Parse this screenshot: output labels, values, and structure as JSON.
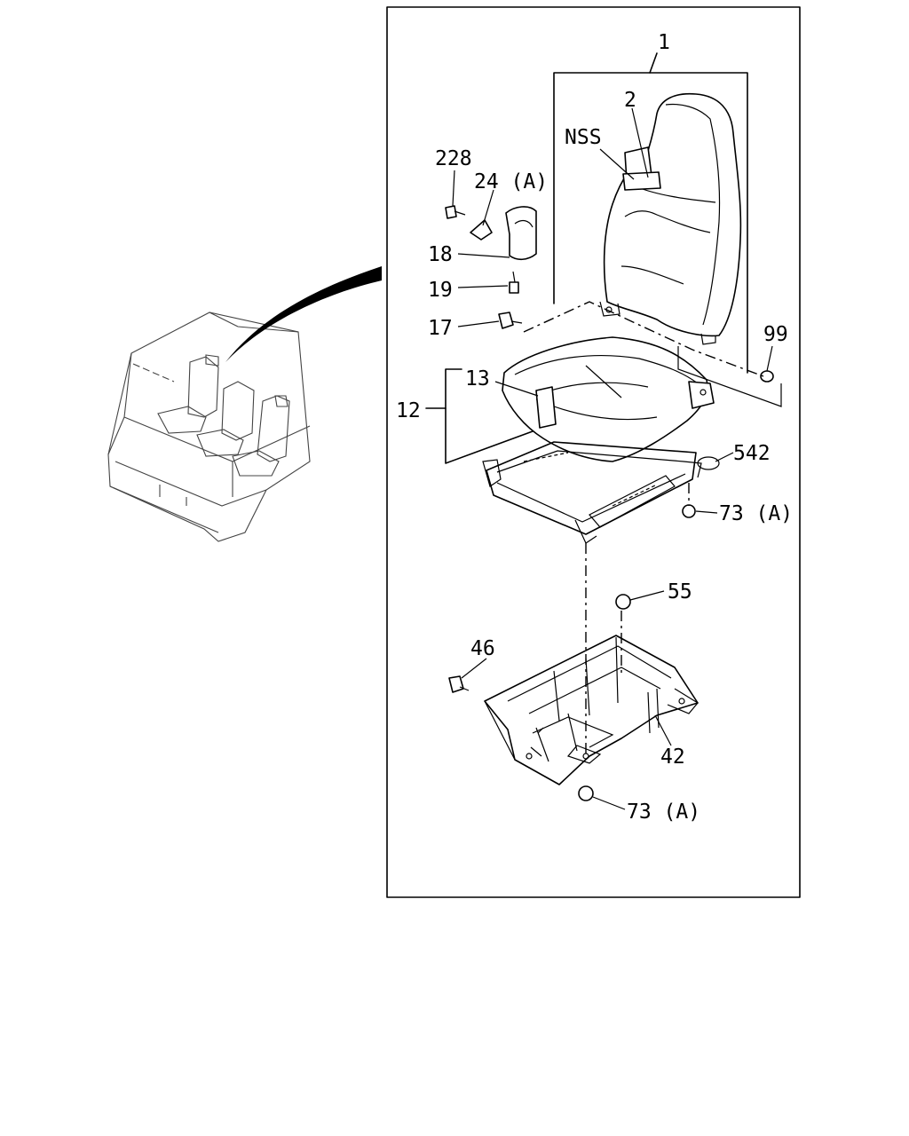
{
  "labels": {
    "p1": "1",
    "p2": "2",
    "nss": "NSS",
    "p228": "228",
    "p24a": "24 (A)",
    "p18": "18",
    "p19": "19",
    "p17": "17",
    "p99": "99",
    "p13": "13",
    "p12": "12",
    "p542": "542",
    "p73a_upper": "73 (A)",
    "p55": "55",
    "p46": "46",
    "p42": "42",
    "p73a_lower": "73 (A)"
  },
  "icons": [
    "truck-cab-overview",
    "seat-assembly",
    "seat-cushion",
    "seat-slide-rail",
    "seat-base-frame",
    "bolt",
    "nut",
    "washer",
    "cover-bracket"
  ]
}
